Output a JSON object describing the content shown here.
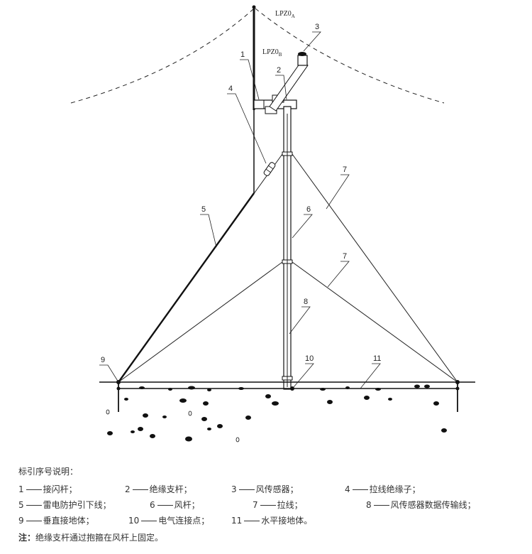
{
  "zones": {
    "a": {
      "main": "LPZ0",
      "sub": "A"
    },
    "b": {
      "main": "LPZ0",
      "sub": "B"
    }
  },
  "callouts": [
    "1",
    "2",
    "3",
    "4",
    "5",
    "6",
    "7",
    "7",
    "8",
    "9",
    "10",
    "11"
  ],
  "legend": {
    "title": "标引序号说明：",
    "items": [
      {
        "num": "1",
        "text": "接闪杆；"
      },
      {
        "num": "2",
        "text": "绝缘支杆；"
      },
      {
        "num": "3",
        "text": "风传感器；"
      },
      {
        "num": "4",
        "text": "拉线绝缘子；"
      },
      {
        "num": "5",
        "text": "雷电防护引下线；"
      },
      {
        "num": "6",
        "text": "风杆；"
      },
      {
        "num": "7",
        "text": "拉线；"
      },
      {
        "num": "8",
        "text": "风传感器数据传输线；"
      },
      {
        "num": "9",
        "text": "垂直接地体；"
      },
      {
        "num": "10",
        "text": "电气连接点；"
      },
      {
        "num": "11",
        "text": "水平接地体。"
      }
    ],
    "note_label": "注：",
    "note_text": "绝缘支杆通过抱箍在风杆上固定。"
  }
}
